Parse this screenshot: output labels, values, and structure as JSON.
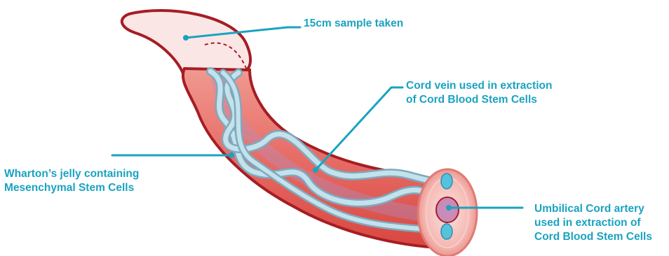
{
  "colors": {
    "accent": "#1aa3bf",
    "cord_outline": "#a61d24",
    "cord_flesh": "#e4605a",
    "sample_fill": "#fbe6e6",
    "vessel_blue": "#a9d3e0"
  },
  "labels": {
    "sample": "15cm sample taken",
    "vein": [
      "Cord vein used in extraction",
      "of Cord Blood Stem Cells"
    ],
    "jelly": [
      "Wharton’s jelly containing",
      "Mesenchymal Stem Cells"
    ],
    "artery": [
      "Umbilical Cord artery",
      "used in extraction of",
      "Cord Blood Stem Cells"
    ]
  }
}
